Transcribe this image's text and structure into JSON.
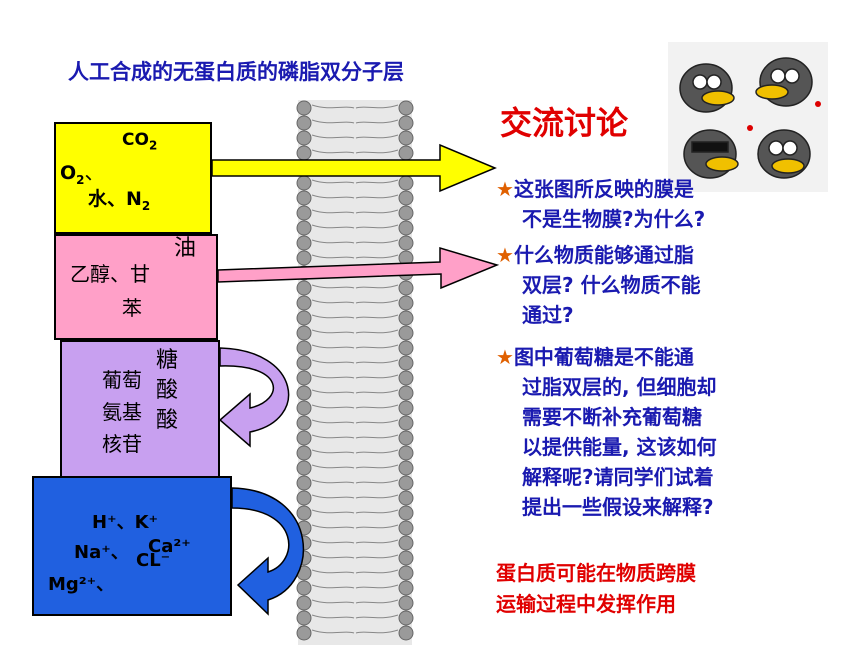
{
  "title": "人工合成的无蛋白质的磷脂双分子层",
  "discussion": "交流讨论",
  "questions": [
    {
      "star": "★",
      "line1": "这张图所反映的膜是",
      "rest": [
        "不是生物膜?为什么?"
      ]
    },
    {
      "star": "★",
      "line1": "什么物质能够通过脂",
      "rest": [
        "双层? 什么物质不能",
        "通过?"
      ]
    },
    {
      "star": "★",
      "line1": "图中葡萄糖是不能通",
      "rest": [
        "过脂双层的, 但细胞却",
        "需要不断补充葡萄糖",
        "以提供能量, 这该如何",
        "解释呢?请同学们试着",
        "提出一些假设来解释?"
      ]
    }
  ],
  "answer": [
    "蛋白质可能在物质跨膜",
    "运输过程中发挥作用"
  ],
  "boxes": {
    "yellow": {
      "co2": "CO",
      "co2_sub": "2",
      "o2": "O",
      "o2_sub": "2",
      "o2_sep": "、",
      "water": "水、N",
      "n2_sub": "2"
    },
    "pink": {
      "oil": "油",
      "ethanol": "乙醇、甘",
      "benzene": "苯"
    },
    "purple": {
      "sugar": "糖",
      "acid1": "酸",
      "acid2": "酸",
      "glucose": "葡萄",
      "amino": "氨基",
      "nucleoside": "核苷"
    },
    "blue": {
      "hk": "H⁺、K⁺",
      "na": "Na⁺、",
      "ca": "Ca²⁺",
      "cl": "CL⁻",
      "mg": "Mg²⁺、"
    }
  },
  "colors": {
    "yellow": "#ffff00",
    "pink": "#ffa0c8",
    "purple": "#c8a0f0",
    "blue": "#2060e0"
  }
}
